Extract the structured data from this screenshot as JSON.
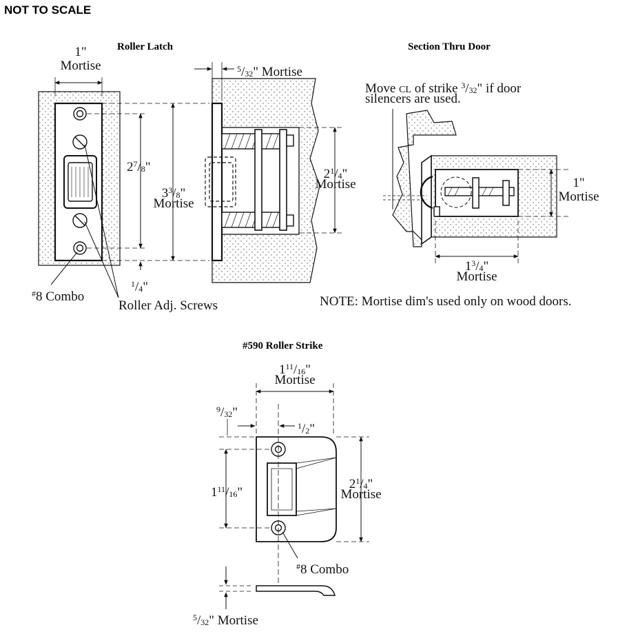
{
  "header": "NOT TO SCALE",
  "views": {
    "roller_latch": {
      "title": "Roller Latch",
      "width": {
        "val": "1\"",
        "unit": "Mortise"
      },
      "offset": {
        "num": "5",
        "den": "32",
        "tail": "\" Mortise"
      },
      "screw_span": {
        "whole": "2",
        "num": "7",
        "den": "8",
        "tail": "\""
      },
      "overall": {
        "whole": "3",
        "num": "3",
        "den": "8",
        "tail": "\"",
        "unit": "Mortise"
      },
      "depth": {
        "whole": "2",
        "num": "1",
        "den": "4",
        "tail": "\"",
        "unit": "Mortise"
      },
      "bottom_gap": {
        "num": "1",
        "den": "4",
        "tail": "\""
      },
      "combo": {
        "mark": "#",
        "text": "8 Combo"
      },
      "adj_screws": "Roller Adj. Screws"
    },
    "section": {
      "title": "Section Thru Door",
      "move_1": "Move",
      "cl": "CL",
      "move_2": "of strike",
      "move_num": "3",
      "move_den": "32",
      "move_3": "\" if door",
      "move_4": "silencers are used.",
      "height": {
        "val": "1\"",
        "unit": "Mortise"
      },
      "depth": {
        "whole": "1",
        "num": "3",
        "den": "4",
        "tail": "\"",
        "unit": "Mortise"
      },
      "note": "NOTE:  Mortise dim's used only on wood doors."
    },
    "strike": {
      "title": "#590 Roller Strike",
      "width": {
        "whole": "1",
        "num": "11",
        "den": "16",
        "tail": "\"",
        "unit": "Mortise"
      },
      "edge": {
        "num": "9",
        "den": "32",
        "tail": "\""
      },
      "center": {
        "num": "1",
        "den": "2",
        "tail": "\""
      },
      "height": {
        "whole": "1",
        "num": "11",
        "den": "16",
        "tail": "\""
      },
      "overall": {
        "whole": "2",
        "num": "1",
        "den": "4",
        "tail": "\"",
        "unit": "Mortise"
      },
      "combo": {
        "mark": "#",
        "text": "8 Combo"
      },
      "thickness": {
        "num": "5",
        "den": "32",
        "tail": "\" Mortise"
      }
    }
  }
}
